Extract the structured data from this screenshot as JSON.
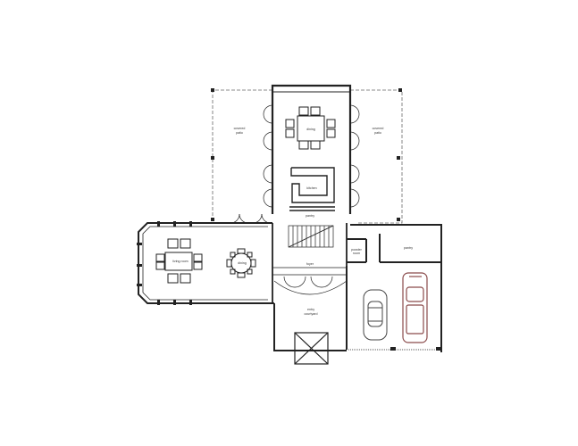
{
  "plan": {
    "colors": {
      "wall": "#222222",
      "car_highlight": "#8a4a4a",
      "dashed": "#666666"
    },
    "rooms": {
      "covered_patio_left": [
        "covered",
        "patio"
      ],
      "covered_patio_right": [
        "covered",
        "patio"
      ],
      "dining": "dining",
      "kitchen": "kitchen",
      "pantry": "pantry",
      "living_room": "living room",
      "dining2": "dining",
      "foyer": "foyer",
      "powder_room": [
        "powder",
        "room"
      ],
      "pantry2": "pantry",
      "entry_courtyard": [
        "entry",
        "courtyard"
      ]
    }
  }
}
